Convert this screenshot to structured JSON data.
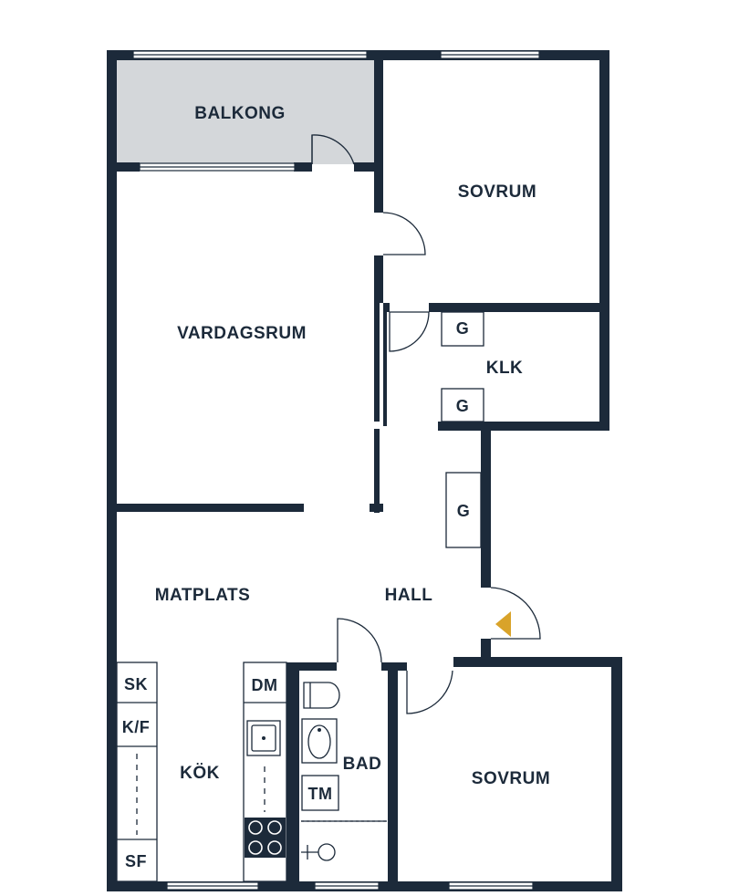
{
  "rooms": {
    "balkong": "BALKONG",
    "sovrum_top": "SOVRUM",
    "vardagsrum": "VARDAGSRUM",
    "klk": "KLK",
    "matplats": "MATPLATS",
    "hall": "HALL",
    "kok": "KÖK",
    "bad": "BAD",
    "sovrum_bottom": "SOVRUM"
  },
  "fixtures": {
    "wardrobe_1": "G",
    "wardrobe_2": "G",
    "wardrobe_3": "G",
    "fridge_freezer": "K/F",
    "cabinet": "SK",
    "freezer": "SF",
    "dishwasher": "DM",
    "washing_machine": "TM"
  },
  "colors": {
    "walls": "#1c2a3a",
    "balcony_fill": "#d4d7da",
    "entrance_marker": "#d9a32a"
  }
}
